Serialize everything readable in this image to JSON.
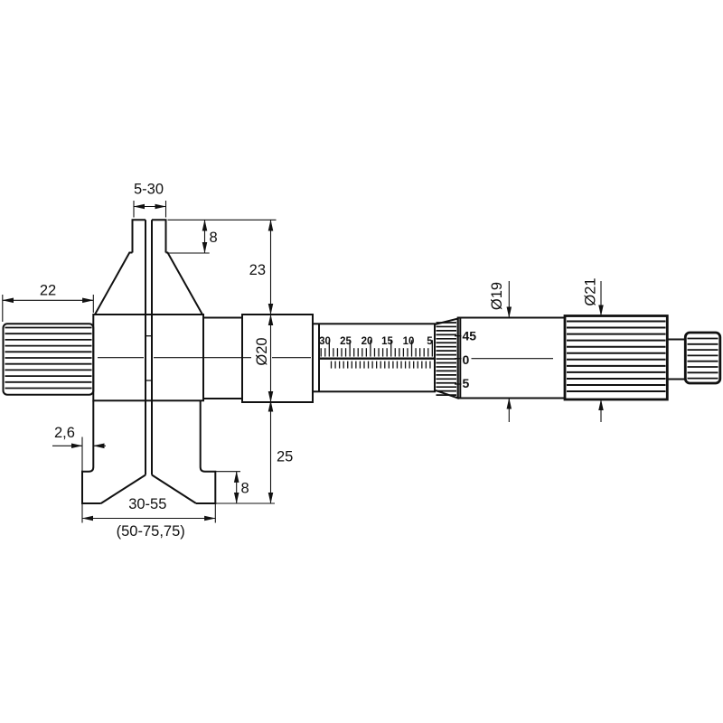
{
  "drawing": {
    "subject": "inside micrometer two-view technical drawing",
    "colors": {
      "line": "#111111",
      "background": "#ffffff"
    },
    "dimensions": {
      "top_jaw_range": "5-30",
      "top_tip_height": "8",
      "upper_height": "23",
      "handle_length": "22",
      "body_diameter": "Ø20",
      "jaw_thickness": "2,6",
      "lower_height": "25",
      "lower_tip_height": "8",
      "lower_jaw_range": "30-55",
      "extended_range": "(50-75,75)",
      "thimble_diameter": "Ø19",
      "ratchet_diameter": "Ø21"
    },
    "sleeve_scale": {
      "numbers": [
        "30",
        "25",
        "20",
        "15",
        "10",
        "5"
      ]
    },
    "thimble_scale": {
      "numbers": [
        "45",
        "0",
        "5"
      ]
    }
  }
}
